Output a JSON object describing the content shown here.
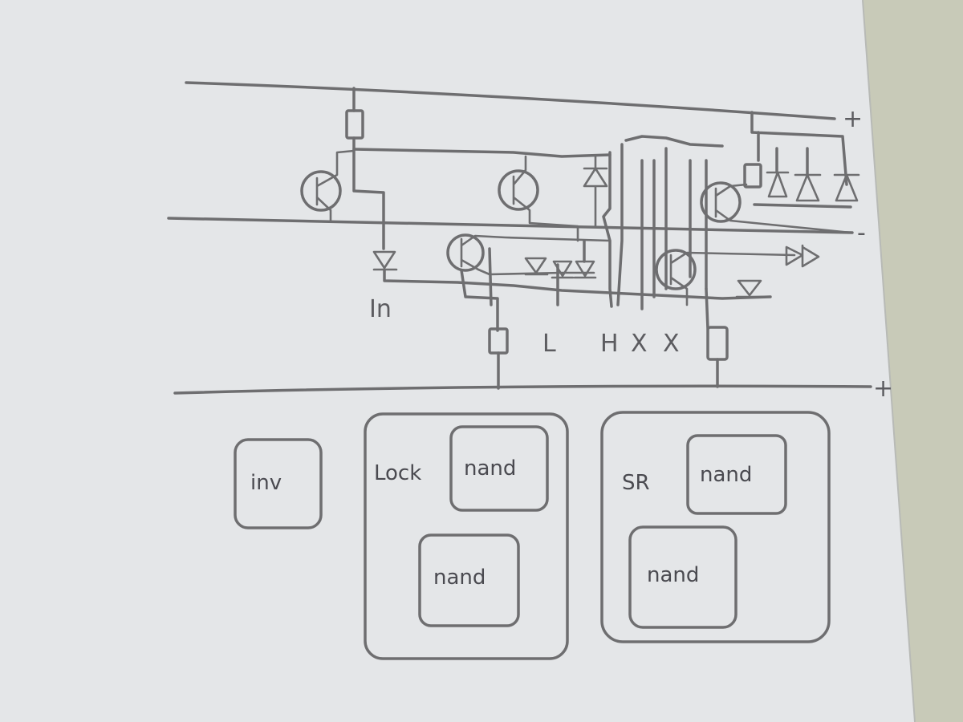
{
  "rails": {
    "top": "+",
    "middle": "-",
    "bottom": "+"
  },
  "pins": {
    "input": "In",
    "low": "L",
    "high": "H",
    "x1": "X",
    "x2": "X"
  },
  "blocks": {
    "inverter": {
      "label": "inv"
    },
    "lock": {
      "label": "Lock",
      "gates": [
        "nand",
        "nand"
      ]
    },
    "sr": {
      "label": "SR",
      "gates": [
        "nand",
        "nand"
      ]
    }
  },
  "colors": {
    "paper": "#e4e6e8",
    "pencil": "#6e6e70",
    "background": "#c8cab8"
  }
}
